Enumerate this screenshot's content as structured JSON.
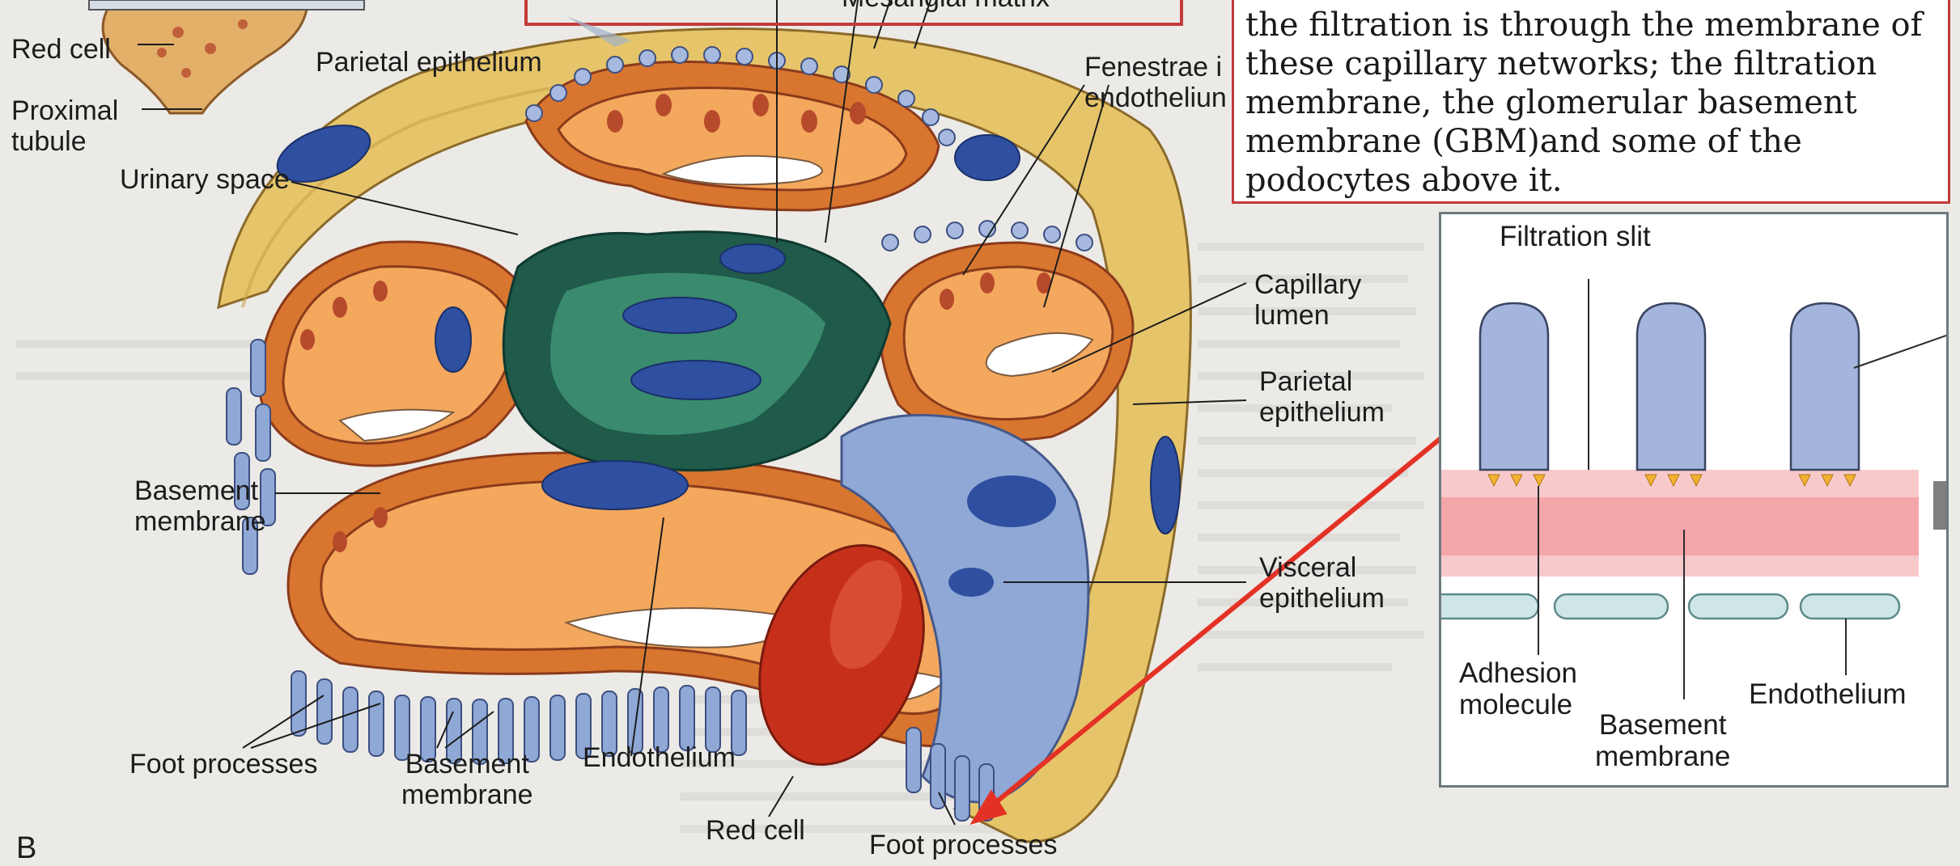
{
  "caption": "the filtration is through the membrane of these capillary networks; the filtration membrane, the glomerular basement membrane (GBM)and some of the podocytes above it.",
  "labels": {
    "mesangial_matrix": "Mesangial matrix",
    "red_cell_top": "Red cell",
    "parietal_epithelium_top": "Parietal epithelium",
    "proximal_tubule": "Proximal\ntubule",
    "urinary_space": "Urinary space",
    "fenestrae": "Fenestrae i\nendotheliun",
    "capillary_lumen": "Capillary\nlumen",
    "parietal_epithelium_right": "Parietal\nepithelium",
    "basement_membrane_left": "Basement\nmembrane",
    "visceral_epithelium": "Visceral\nepithelium",
    "foot_processes_left": "Foot processes",
    "basement_membrane_bottom": "Basement\nmembrane",
    "endothelium_bottom": "Endothelium",
    "red_cell_bottom": "Red cell",
    "foot_processes_bottom": "Foot processes",
    "panel_letter": "B"
  },
  "inset": {
    "filtration_slit": "Filtration slit",
    "adhesion_molecule": "Adhesion\nmolecule",
    "endothelium": "Endothelium",
    "basement_membrane": "Basement\nmembrane"
  },
  "colors": {
    "capsule": "#e6c56a",
    "capillary_wall": "#d8762f",
    "capillary_inner": "#f3a85d",
    "membrane": "#a83d4e",
    "foot_process": "#8fa8d6",
    "mesangium": "#1f5a4a",
    "nucleus": "#2f4fa0",
    "red_cell": "#c6301b",
    "arrow": "#e33225",
    "inset_podocyte": "#a3b4dd",
    "inset_gbm": "#f4a6a9",
    "inset_endothelium": "#cfe6e6"
  }
}
